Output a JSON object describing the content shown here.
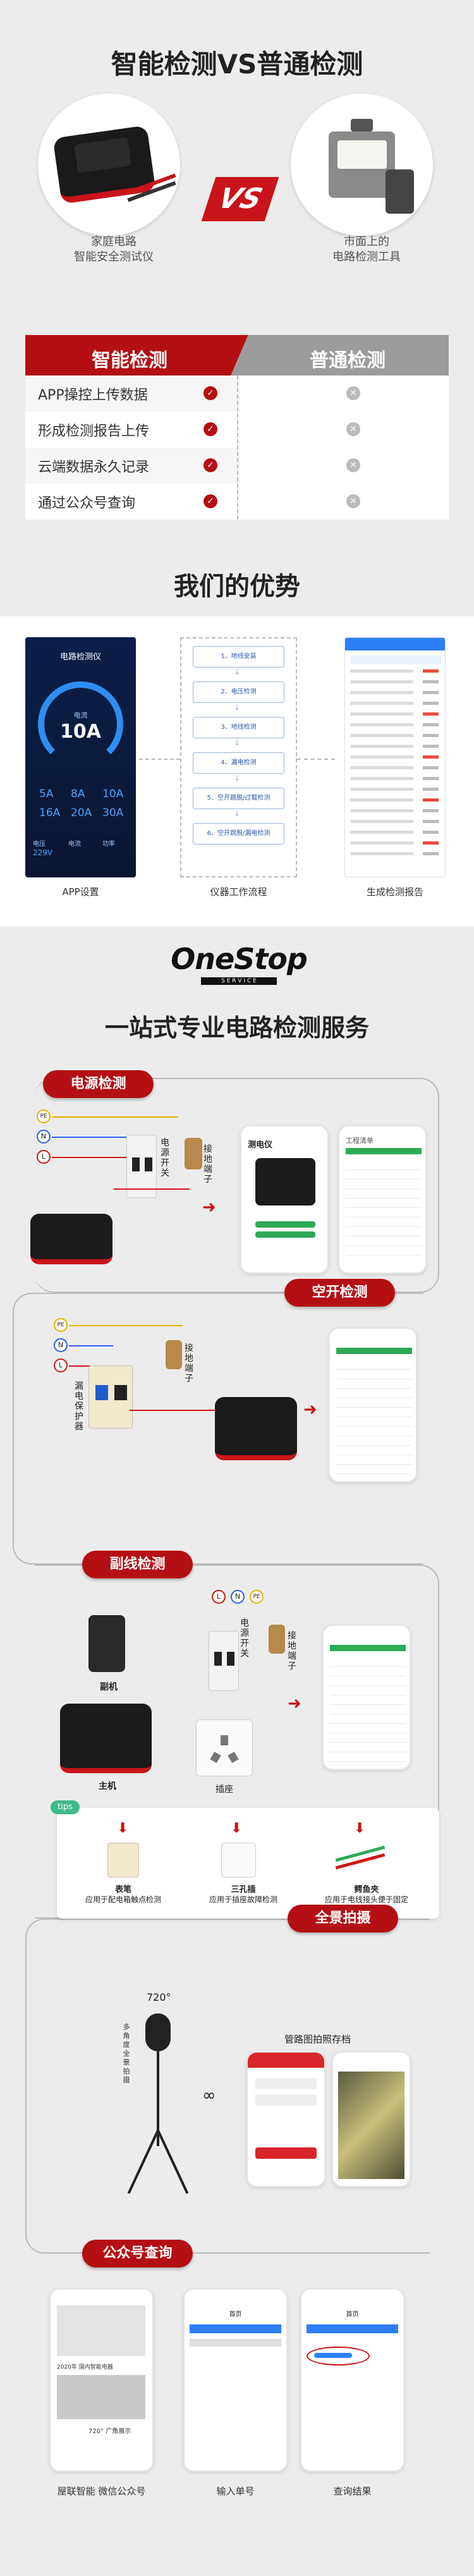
{
  "section_compare": {
    "title": "智能检测VS普通检测",
    "left_caption_1": "家庭电路",
    "left_caption_2": "智能安全测试仪",
    "right_caption_1": "市面上的",
    "right_caption_2": "电路检测工具",
    "col_smart": "智能检测",
    "col_normal": "普通检测",
    "rows": [
      "APP操控上传数据",
      "形成检测报告上传",
      "云端数据永久记录",
      "通过公众号查询"
    ]
  },
  "section_advantage": {
    "title": "我们的优势",
    "app_title": "电路检测仪",
    "app_label_small": "电流",
    "app_value": "10A",
    "app_grid": [
      "5A",
      "8A",
      "10A",
      "16A",
      "20A",
      "30A"
    ],
    "app_foot_labels": [
      "电压",
      "电流",
      "功率"
    ],
    "app_foot_values": [
      "229V",
      "",
      ""
    ],
    "flow_steps": [
      "1、地线安装",
      "2、电压检测",
      "3、地线检测",
      "4、漏电检测",
      "5、空开跳脱/过载检测",
      "6、空开跳脱/漏电检测"
    ],
    "caption_app": "APP设置",
    "caption_flow": "仪器工作流程",
    "caption_report": "生成检测报告"
  },
  "section_onestop": {
    "logo_text": "OneStop",
    "logo_sub": "S E R V I C E",
    "title": "一站式专业电路检测服务"
  },
  "steps": {
    "power": "电源检测",
    "breaker": "空开检测",
    "secondary": "副线检测",
    "panorama": "全景拍摄",
    "wechat": "公众号查询"
  },
  "power_detail": {
    "labels": [
      "PE",
      "N",
      "L"
    ],
    "switch_label": "电源开关",
    "terminal_label": "接地端子",
    "instrument_name": "测电仪",
    "report_title": "工程清单"
  },
  "breaker_detail": {
    "labels": [
      "PE",
      "N",
      "L"
    ],
    "protector_label": "漏电保护器",
    "terminal_label": "接地端子"
  },
  "secondary_detail": {
    "labels": [
      "PE",
      "N",
      "L"
    ],
    "switch_label": "电源开关",
    "terminal_label": "接地端子",
    "sub_label": "副机",
    "main_label": "主机",
    "socket_label": "插座"
  },
  "tips": {
    "badge": "tips",
    "items": [
      {
        "title": "表笔",
        "desc": "应用于配电箱触点检测"
      },
      {
        "title": "三孔插",
        "desc": "应用于插座故障检测"
      },
      {
        "title": "鳄鱼夹",
        "desc": "应用于电线接头便于固定"
      }
    ]
  },
  "panorama_detail": {
    "angle": "720°",
    "archive_label": "管路图拍照存档",
    "side_text": [
      "多",
      "角",
      "度",
      "全",
      "景",
      "拍",
      "摄"
    ]
  },
  "wechat_detail": {
    "captions": [
      "屋联智能 微信公众号",
      "输入单号",
      "查询结果"
    ],
    "phone_header": "首页",
    "promo_1": "2020年 国内智能电器",
    "promo_2": "720° 广角展示"
  },
  "colors": {
    "accent": "#b40f13",
    "bg": "#ececec",
    "gray": "#9c9c9c"
  }
}
